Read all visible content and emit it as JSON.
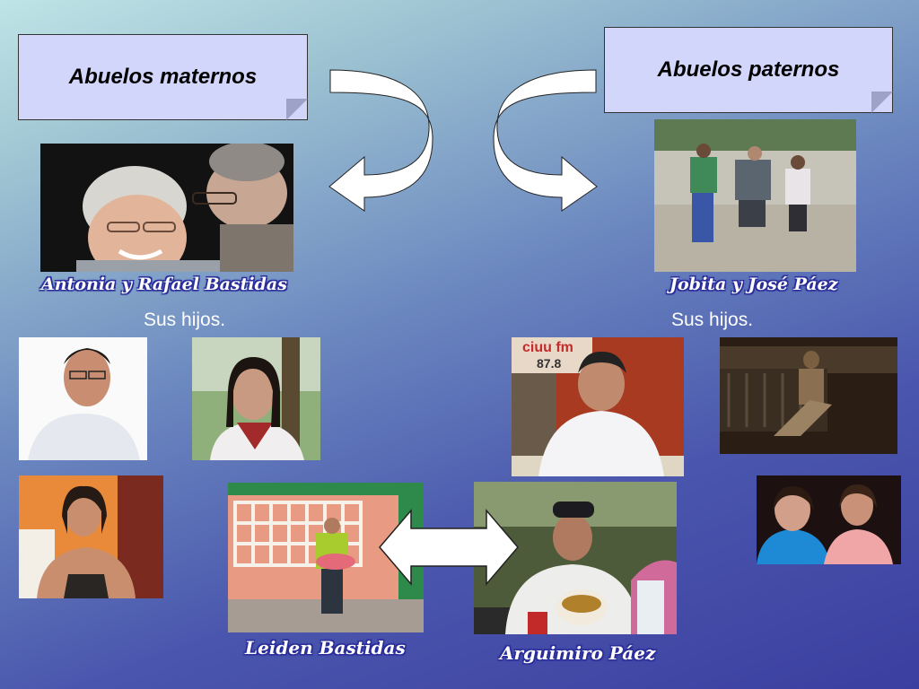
{
  "maternal": {
    "box_title": "Abuelos maternos",
    "names": "Antonia  y  Rafael Bastidas",
    "children_label": "Sus hijos."
  },
  "paternal": {
    "box_title": "Abuelos paternos",
    "names": "Jobita y José Páez",
    "children_label": "Sus hijos."
  },
  "couple": {
    "left_name": "Leiden Bastidas",
    "right_name": "Arguimiro Páez"
  },
  "photo_text": {
    "radio_sign": "ciuu fm",
    "radio_freq": "87.8"
  },
  "colors": {
    "box_fill": "#d3d6fb",
    "caption_outline": "#2a2d9a",
    "arrow_fill": "#ffffff"
  },
  "icons": {
    "curved_arrow": "curved-arrow-icon",
    "double_arrow": "double-arrow-icon"
  }
}
